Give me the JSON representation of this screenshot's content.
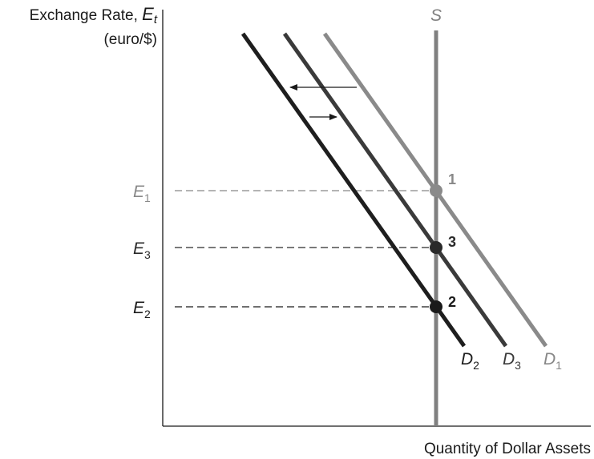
{
  "axes": {
    "y_title_text": "Exchange Rate, ",
    "y_title_var": "E",
    "y_title_sub": "t",
    "y_unit": "(euro/$)",
    "x_title": "Quantity of Dollar Assets"
  },
  "supply": {
    "label": "S",
    "color": "#808080"
  },
  "demand_curves": [
    {
      "id": "D1",
      "var": "D",
      "sub": "1",
      "color": "#888888"
    },
    {
      "id": "D3",
      "var": "D",
      "sub": "3",
      "color": "#3a3a3a"
    },
    {
      "id": "D2",
      "var": "D",
      "sub": "2",
      "color": "#1e1e1e"
    }
  ],
  "equilibria": [
    {
      "id": "1",
      "label": "1",
      "rate_var": "E",
      "rate_sub": "1",
      "color": "#888888"
    },
    {
      "id": "3",
      "label": "3",
      "rate_var": "E",
      "rate_sub": "3",
      "color": "#2a2a2a"
    },
    {
      "id": "2",
      "label": "2",
      "rate_var": "E",
      "rate_sub": "2",
      "color": "#1a1a1a"
    }
  ],
  "shifts": [
    {
      "id": "left-shift",
      "direction": "left"
    },
    {
      "id": "right-shift",
      "direction": "right"
    }
  ]
}
